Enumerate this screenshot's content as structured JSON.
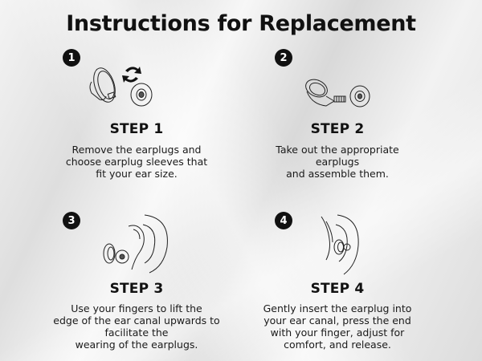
{
  "title": "Instructions for Replacement",
  "steps": [
    {
      "number": "1",
      "heading": "STEP 1",
      "lines": [
        "Remove the earplugs and",
        "choose earplug sleeves that",
        "fit your ear size."
      ],
      "icon": "earbud-swap-icon"
    },
    {
      "number": "2",
      "heading": "STEP 2",
      "lines": [
        "Take out the appropriate",
        "earplugs",
        "and assemble them."
      ],
      "icon": "earbud-assemble-icon"
    },
    {
      "number": "3",
      "heading": "STEP 3",
      "lines": [
        "Use your fingers to lift the",
        "edge of the ear canal upwards to",
        "facilitate the",
        "wearing of the earplugs."
      ],
      "icon": "ear-lift-icon"
    },
    {
      "number": "4",
      "heading": "STEP 4",
      "lines": [
        "Gently insert the earplug into",
        "your ear canal, press the end",
        "with your finger, adjust for",
        "comfort, and release."
      ],
      "icon": "ear-insert-icon"
    }
  ]
}
